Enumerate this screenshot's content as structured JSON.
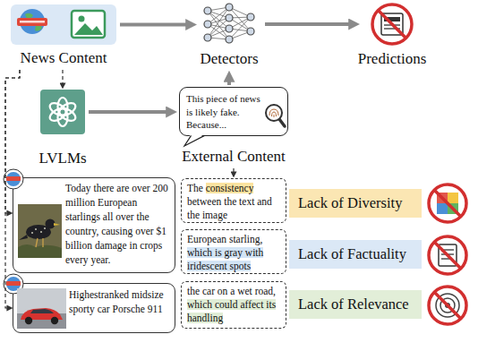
{
  "diagram": {
    "nodes": [
      {
        "text": [
          "News Content"
        ]
      },
      {
        "text": [
          "Detectors"
        ]
      },
      {
        "text": [
          "Predictions"
        ]
      },
      {
        "text": [
          "LVLMs"
        ]
      },
      {
        "text": [
          "This piece of news is likely fake. Because...",
          "External Content"
        ]
      },
      {
        "text": [
          "Today there are over 200 million European starlings all over the country, causing over $1 billion damage in crops every year."
        ]
      },
      {
        "text": [
          "Highestranked midsize sporty car Porsche 911"
        ]
      },
      {
        "text": [
          "The consistency between the text and the image"
        ]
      },
      {
        "text": [
          "European starling, which is gray with iridescent spots"
        ]
      },
      {
        "text": [
          "the car on a wet road, which could affect its handling"
        ]
      },
      {
        "text": [
          "Lack of Diversity"
        ]
      },
      {
        "text": [
          "Lack of Factuality"
        ]
      },
      {
        "text": [
          "Lack of Relevance"
        ]
      }
    ],
    "edges": [
      {
        "from": 0,
        "to": 1,
        "arrow": "to"
      },
      {
        "from": 1,
        "to": 2,
        "arrow": "to"
      },
      {
        "from": 0,
        "to": 3,
        "arrow": "to"
      },
      {
        "from": 3,
        "to": 4,
        "arrow": "to"
      },
      {
        "from": 4,
        "to": 1,
        "arrow": "to"
      },
      {
        "from": 4,
        "to": 7,
        "arrow": "to"
      },
      {
        "from": 0,
        "to": 5,
        "arrow": "to"
      },
      {
        "from": 0,
        "to": 6,
        "arrow": "to"
      }
    ]
  }
}
